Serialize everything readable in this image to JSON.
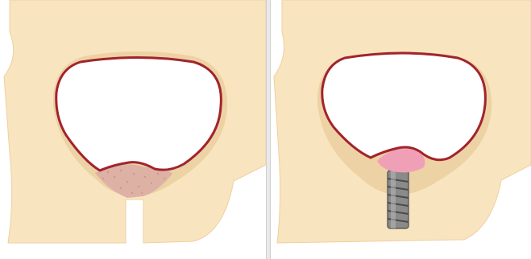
{
  "figure": {
    "panels": [
      {
        "stage": "before",
        "graft": "particulate-bone-graft",
        "implant": "none"
      },
      {
        "stage": "after",
        "graft": "soft-tissue-graft",
        "implant": "dental-implant"
      }
    ]
  },
  "colors": {
    "bone": "#f8e5bf",
    "bone_edge": "#efcfa0",
    "cavity": "#ffffff",
    "membrane": "#a3232c",
    "bone_graft": "#ddb2a5",
    "soft_tissue": "#f0a0b6",
    "implant": "#8a8a8a",
    "implant_thread": "#4c4c4c"
  }
}
